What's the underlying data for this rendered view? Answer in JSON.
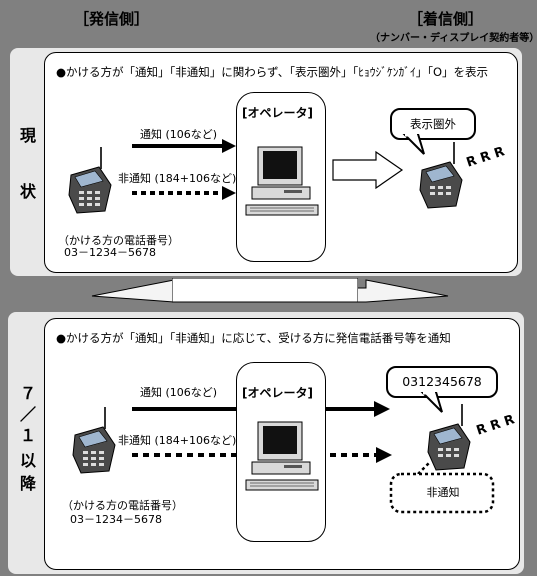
{
  "header": {
    "sender_title": "［発信側］",
    "receiver_title": "［着信側］",
    "receiver_note": "（ナンバー・ディスプレイ契約者等）"
  },
  "current": {
    "side_label_1": "現",
    "side_label_2": "状",
    "note": "●かける方が「通知」「非通知」に関わらず、「表示圏外」「ﾋｮｳｼﾞｹﾝｶﾞｲ」「O」を表示",
    "notify_label": "通知 (106など)",
    "non_notify_label": "非通知 (184+106など)",
    "operator_title": "[オペレータ]",
    "caller_number_label": "（かける方の電話番号）",
    "caller_number": "03－1234－5678",
    "display_bubble": "表示圏外",
    "ring": "R R R"
  },
  "after": {
    "side_label_1": "７",
    "side_label_2": "／",
    "side_label_3": "１",
    "side_label_4": "以",
    "side_label_5": "降",
    "note": "●かける方が「通知」「非通知」に応じて、受ける方に発信電話番号等を通知",
    "notify_label": "通知 (106など)",
    "non_notify_label": "非通知 (184+106など)",
    "operator_title": "[オペレータ]",
    "caller_number_label": "（かける方の電話番号）",
    "caller_number": "03－1234－5678",
    "display_bubble": "0312345678",
    "non_notify_bubble": "非通知",
    "ring": "R R R"
  }
}
